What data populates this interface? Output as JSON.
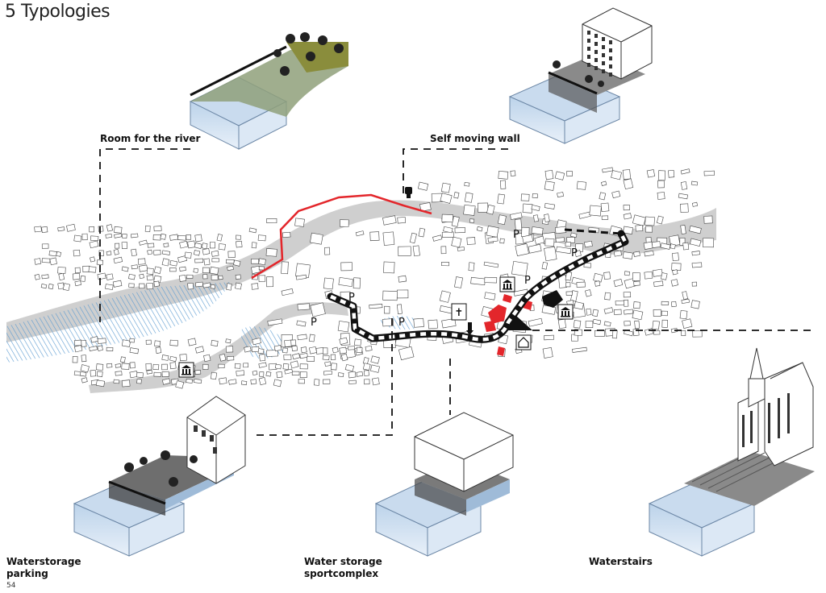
{
  "title": "5 Typologies",
  "page_number": "54",
  "typologies": {
    "room_for_river": "Room for the river",
    "self_moving_wall": "Self moving wall",
    "waterstorage_parking_1": "Waterstorage",
    "waterstorage_parking_2": "parking",
    "water_storage_sport_1": "Water storage",
    "water_storage_sport_2": "sportcomplex",
    "waterstairs": "Waterstairs"
  },
  "map": {
    "parking_symbol": "P",
    "church_symbol": "✝",
    "colors": {
      "river": "#cfcfcf",
      "flood_hatch": "#5b9bd1",
      "red_wall": "#e3262b",
      "route": "#111111",
      "water_block": "#cfe0f2"
    }
  }
}
